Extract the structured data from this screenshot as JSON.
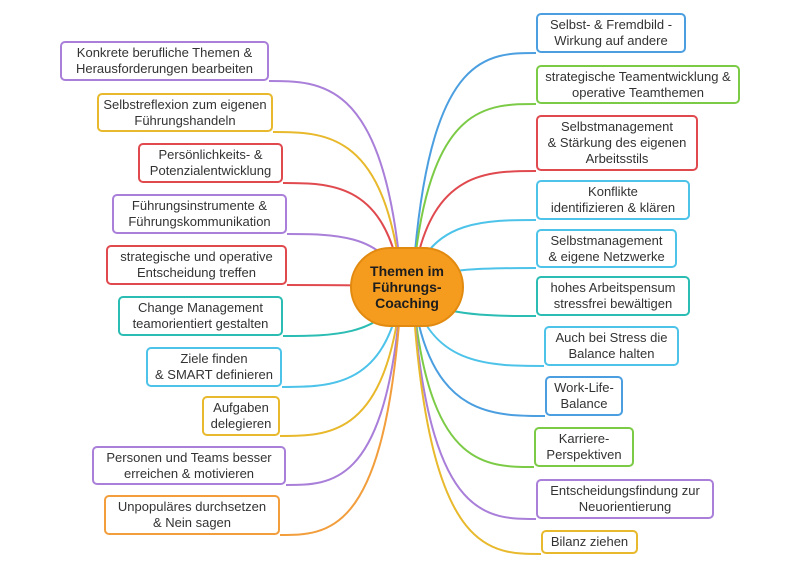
{
  "center": {
    "label": "Themen im\nFührungs-\nCoaching",
    "color": "#f59c1f"
  },
  "left": [
    {
      "label": "Konkrete berufliche Themen &\nHerausforderungen bearbeiten",
      "color": "#a97fd9"
    },
    {
      "label": "Selbstreflexion zum eigenen\nFührungshandeln",
      "color": "#e8b92c"
    },
    {
      "label": "Persönlichkeits- &\nPotenzialentwicklung",
      "color": "#e04a4f"
    },
    {
      "label": "Führungsinstrumente &\nFührungskommunikation",
      "color": "#a97fd9"
    },
    {
      "label": "strategische und operative\nEntscheidung treffen",
      "color": "#e04a4f"
    },
    {
      "label": "Change Management\nteamorientiert gestalten",
      "color": "#2bbdb4"
    },
    {
      "label": "Ziele finden\n& SMART definieren",
      "color": "#4dc3ea"
    },
    {
      "label": "Aufgaben\ndelegieren",
      "color": "#e8b92c"
    },
    {
      "label": "Personen und Teams besser\nerreichen & motivieren",
      "color": "#a97fd9"
    },
    {
      "label": "Unpopuläres durchsetzen\n& Nein sagen",
      "color": "#f29e3c"
    }
  ],
  "right": [
    {
      "label": "Selbst- & Fremdbild -\nWirkung auf andere",
      "color": "#4b9fe0"
    },
    {
      "label": "strategische Teamentwicklung &\noperative Teamthemen",
      "color": "#7ccb47"
    },
    {
      "label": "Selbstmanagement\n& Stärkung des eigenen\nArbeitsstils",
      "color": "#e04a4f"
    },
    {
      "label": "Konflikte\nidentifizieren & klären",
      "color": "#4dc3ea"
    },
    {
      "label": "Selbstmanagement\n& eigene Netzwerke",
      "color": "#4dc3ea"
    },
    {
      "label": "hohes Arbeitspensum\nstressfrei bewältigen",
      "color": "#2bbdb4"
    },
    {
      "label": "Auch bei Stress die\nBalance halten",
      "color": "#4dc3ea"
    },
    {
      "label": "Work-Life-\nBalance",
      "color": "#4b9fe0"
    },
    {
      "label": "Karriere-\nPerspektiven",
      "color": "#7ccb47"
    },
    {
      "label": "Entscheidungsfindung zur\nNeuorientierung",
      "color": "#a97fd9"
    },
    {
      "label": "Bilanz ziehen",
      "color": "#e8b92c"
    }
  ]
}
